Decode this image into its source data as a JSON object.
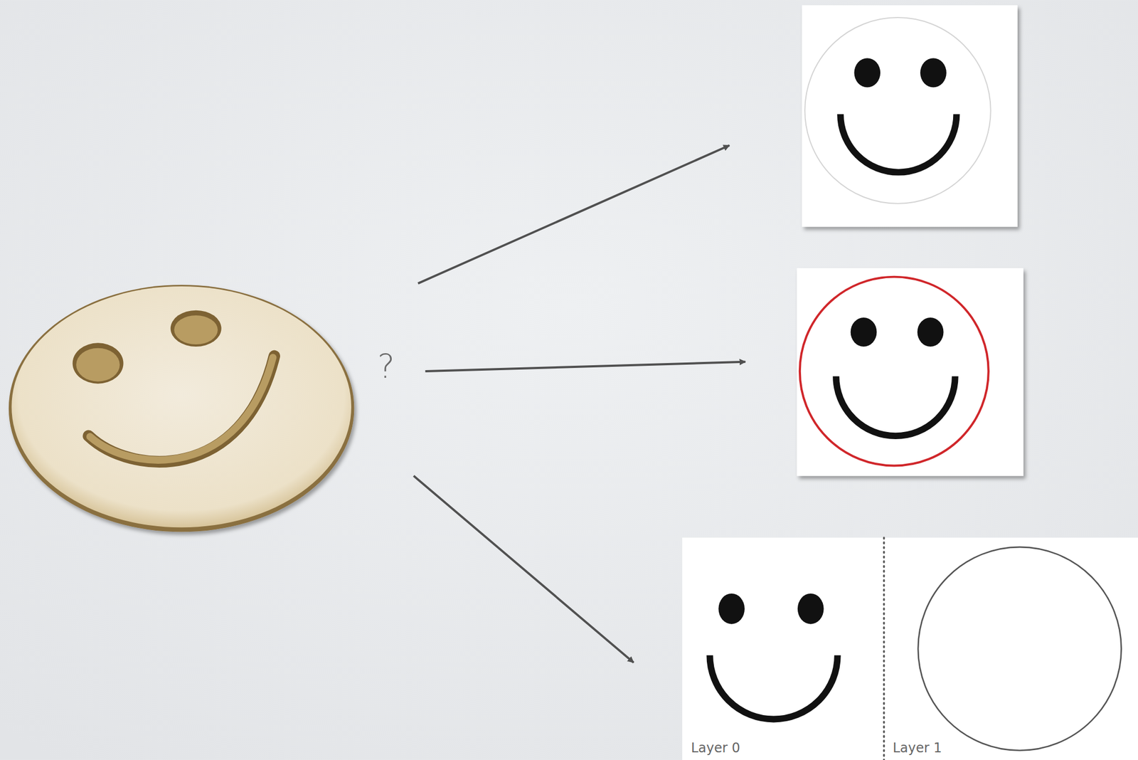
{
  "diagram": {
    "nodes": [
      {
        "text": [
          "Layer 0"
        ]
      },
      {
        "text": [
          "Layer 1"
        ]
      }
    ],
    "labels": [
      "?"
    ]
  }
}
